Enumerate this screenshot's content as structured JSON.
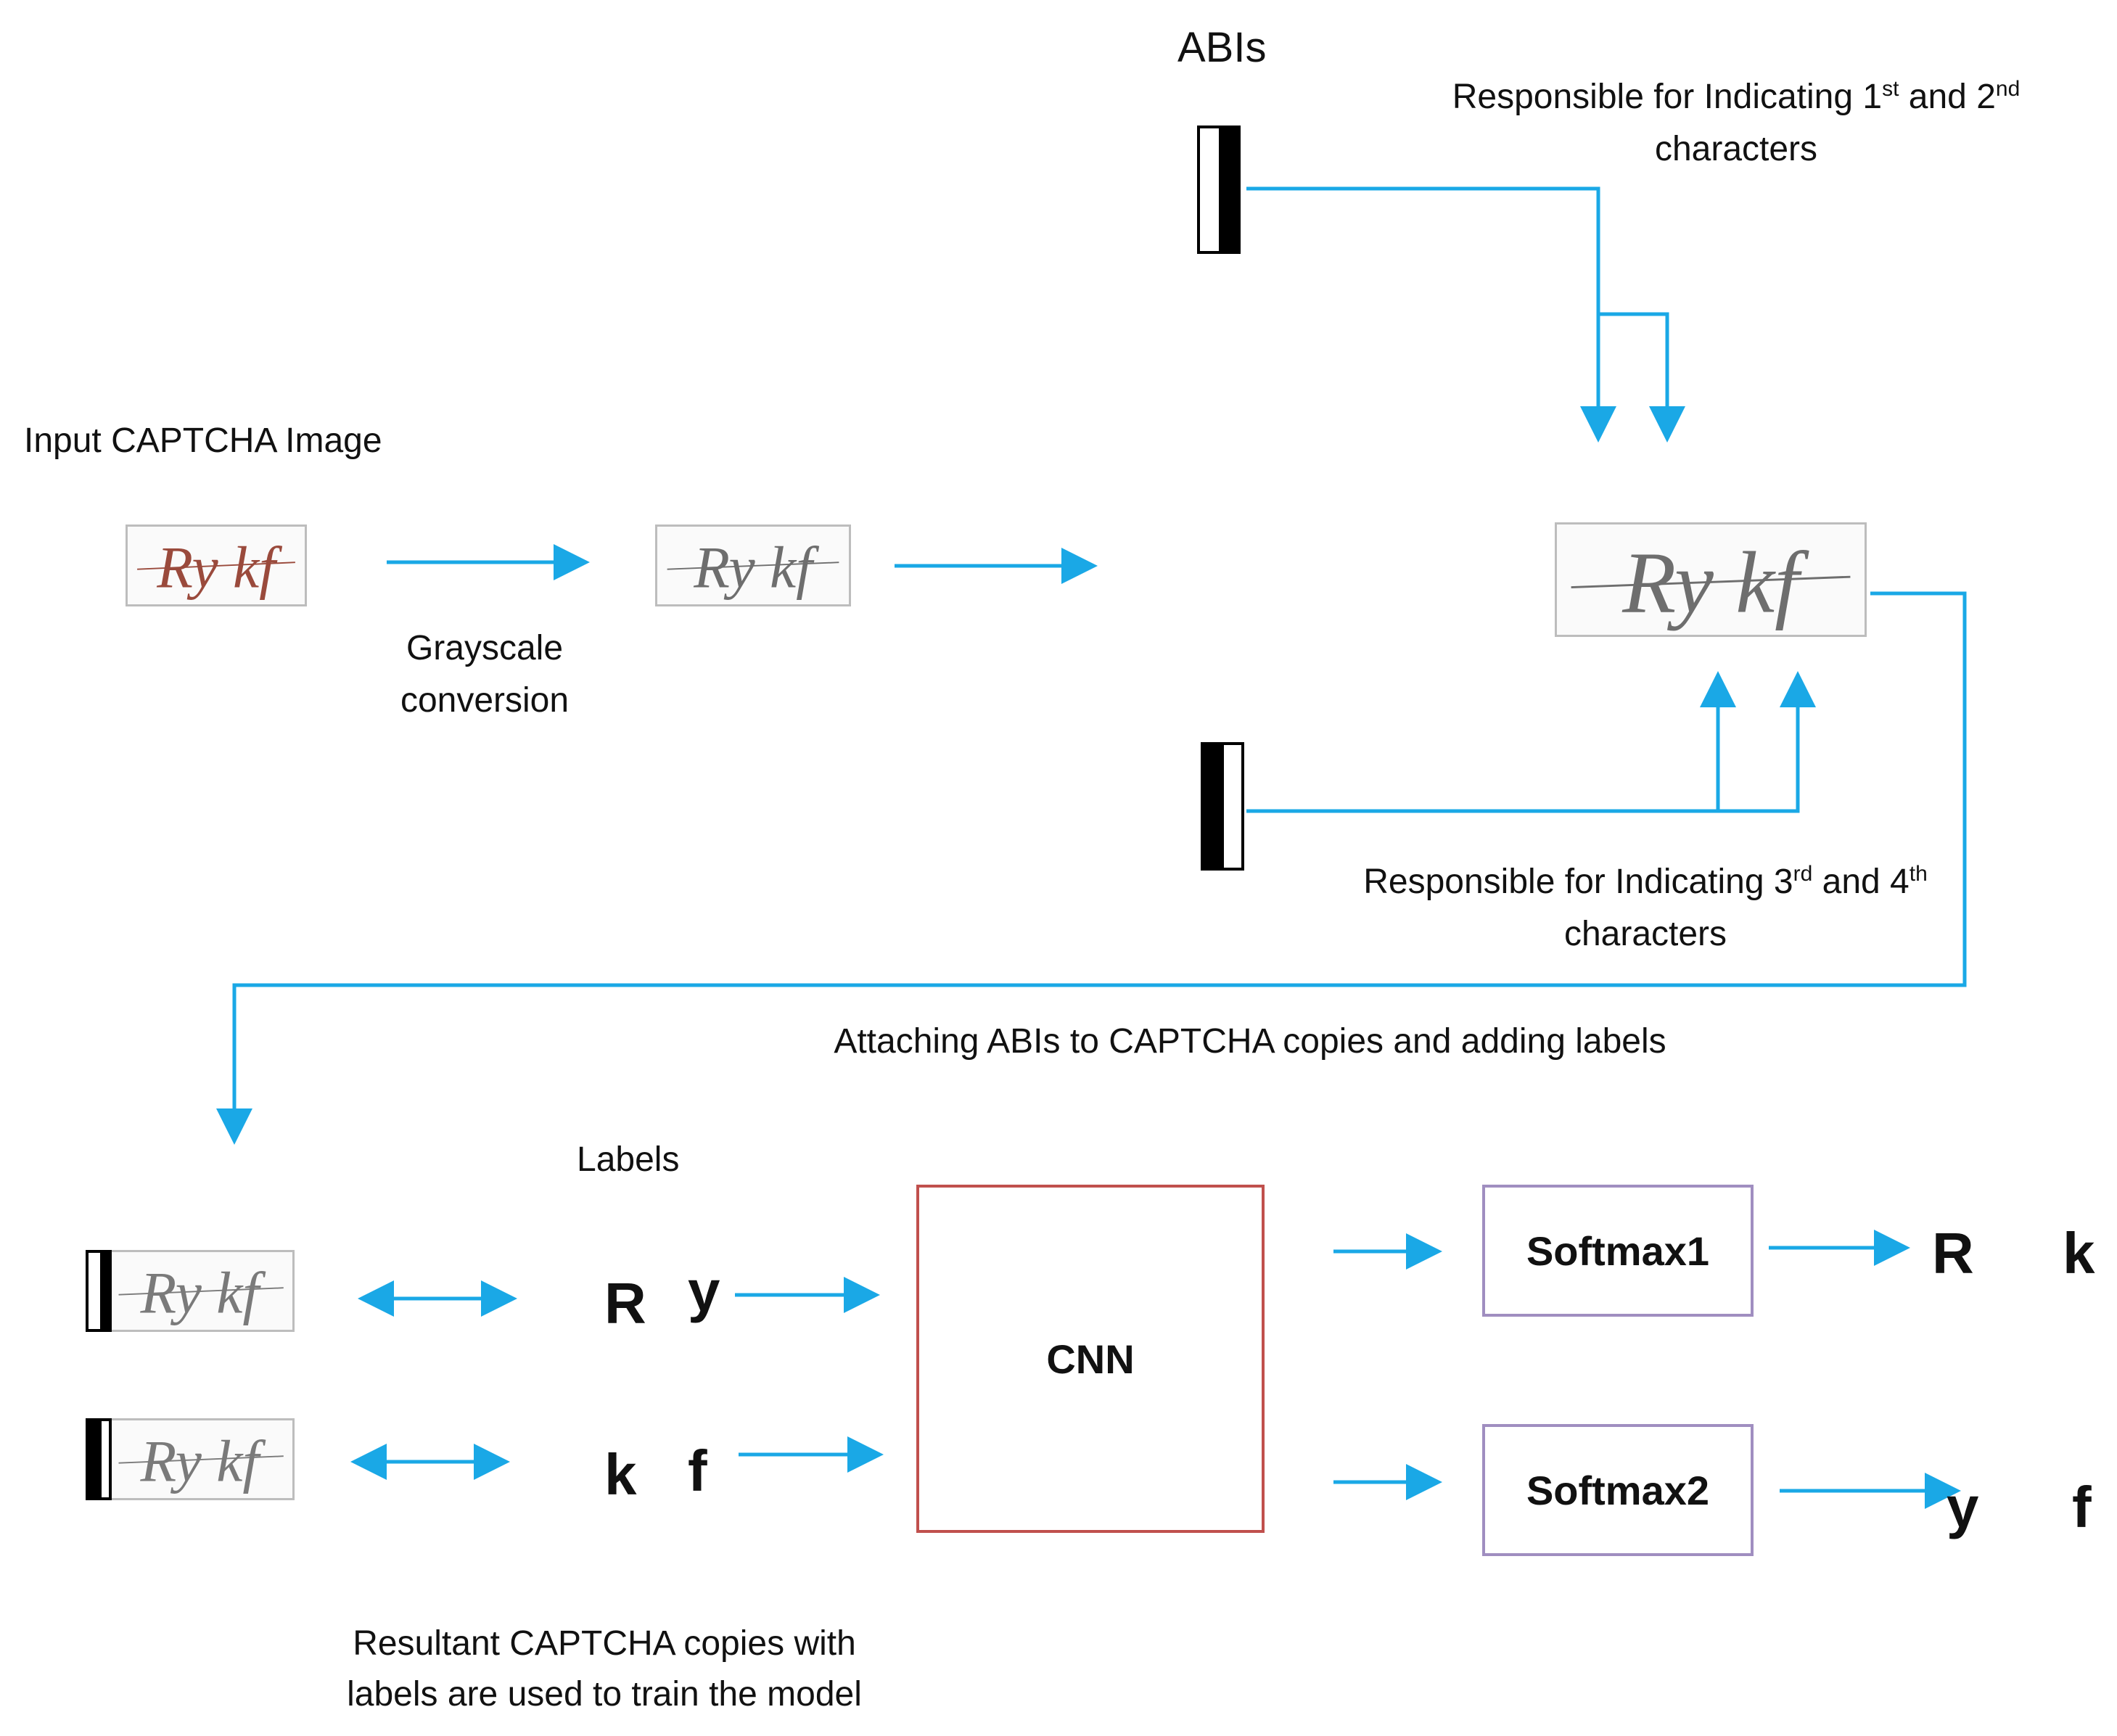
{
  "labels": {
    "abis_title": "ABIs",
    "abi_top_note_prefix": "Responsible for Indicating 1",
    "abi_top_note_sup1": "st",
    "abi_top_note_mid": " and 2",
    "abi_top_note_sup2": "nd",
    "abi_top_note_line2": "characters",
    "abi_bottom_note_prefix": "Responsible for Indicating 3",
    "abi_bottom_note_sup1": "rd",
    "abi_bottom_note_mid": " and 4",
    "abi_bottom_note_sup2": "th",
    "abi_bottom_note_line2": "characters",
    "input_title": "Input CAPTCHA Image",
    "grayscale_line1": "Grayscale",
    "grayscale_line2": "conversion",
    "attaching_caption": "Attaching ABIs to CAPTCHA copies and adding labels",
    "labels_title": "Labels",
    "resultant_line1": "Resultant CAPTCHA copies with",
    "resultant_line2": "labels are used to train the model"
  },
  "captcha_text": "Ry kf",
  "colors": {
    "arrow": "#1aa8e6",
    "cnn_border": "#c0504d",
    "softmax_border": "#a08ec0",
    "color_captcha": "#9a4a3c",
    "gray_captcha": "#6e6e6e"
  },
  "training_labels": {
    "copy1": [
      "R",
      "y"
    ],
    "copy2": [
      "k",
      "f"
    ]
  },
  "model": {
    "cnn": "CNN",
    "softmax1": "Softmax1",
    "softmax2": "Softmax2"
  },
  "outputs": {
    "softmax1": [
      "R",
      "k"
    ],
    "softmax2": [
      "y",
      "f"
    ]
  }
}
